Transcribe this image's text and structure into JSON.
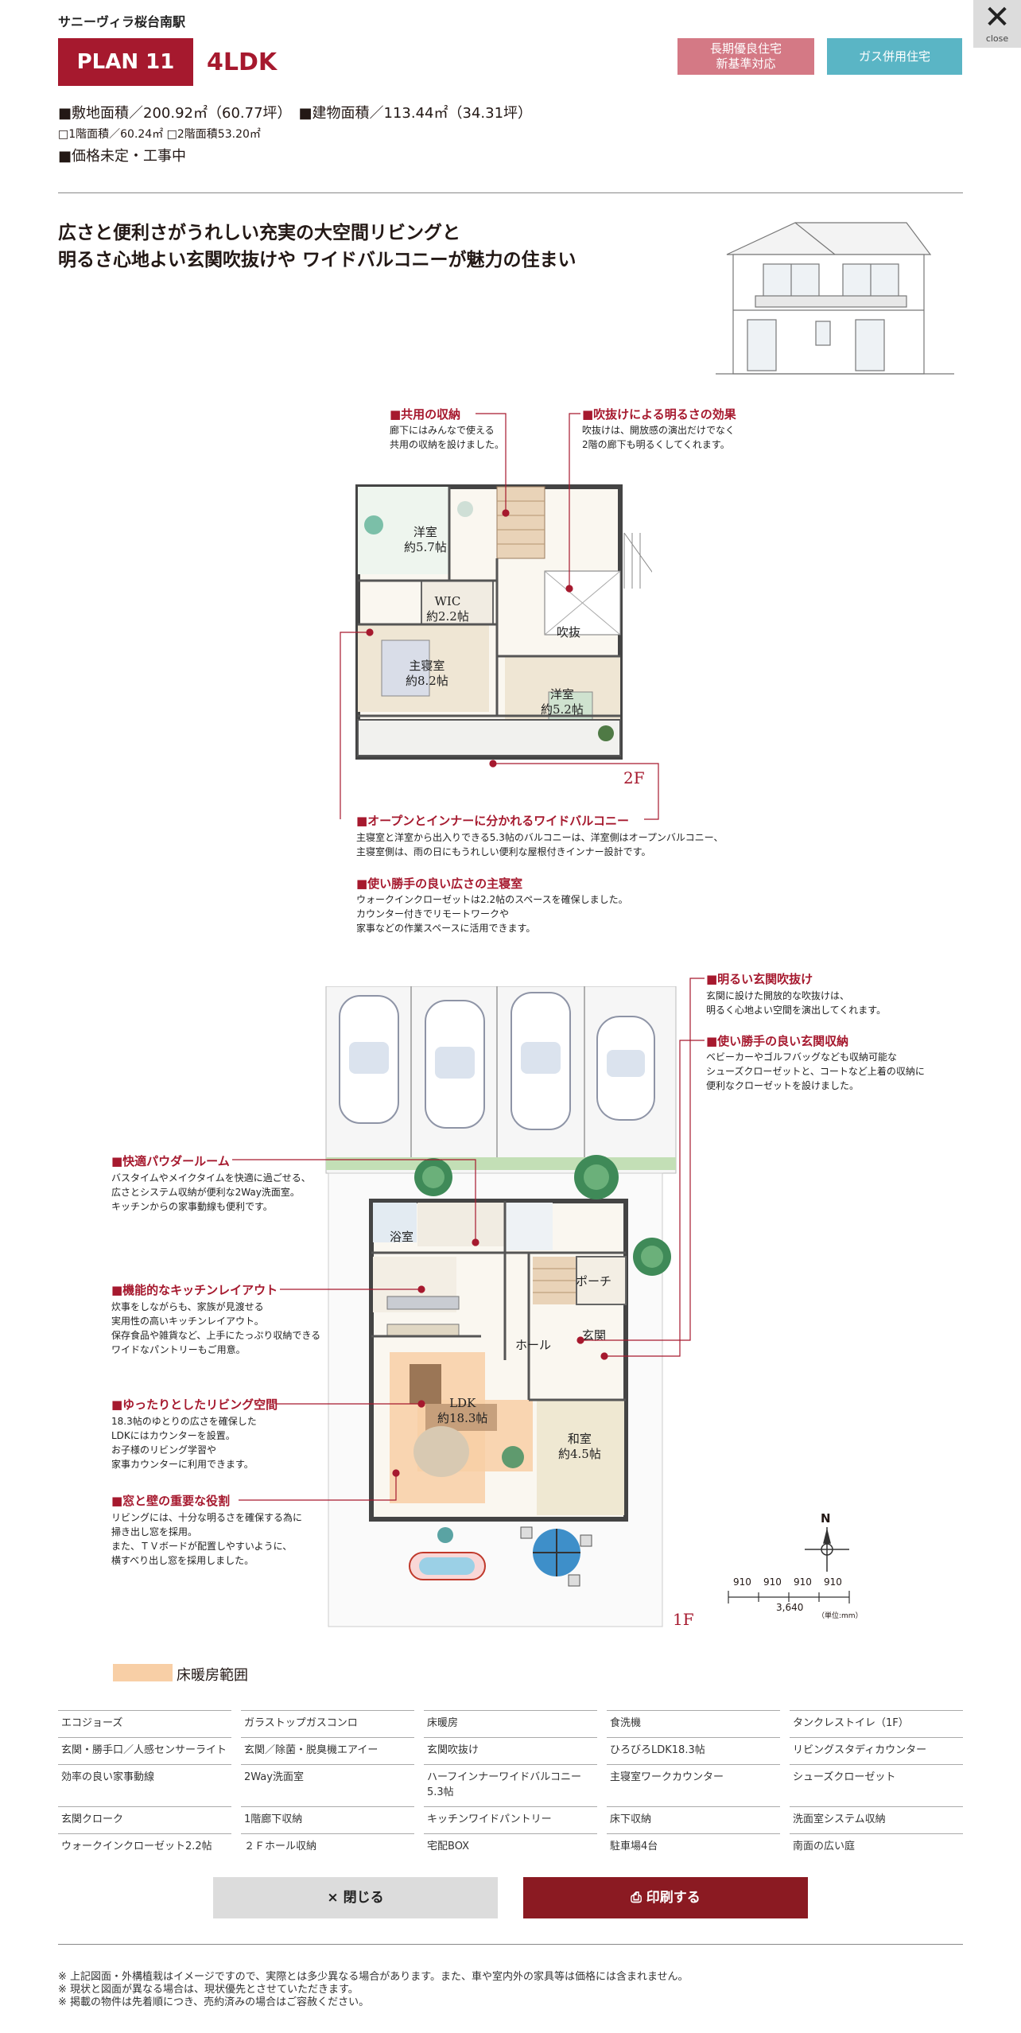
{
  "close": {
    "label": "close",
    "icon": "close-icon"
  },
  "header": {
    "site_name": "サニーヴィラ桜台南駅",
    "plan_label": "PLAN 11",
    "plan_type": "4LDK",
    "tags": [
      "長期優良住宅\n新基準対応",
      "ガス併用住宅"
    ]
  },
  "specs": {
    "line1": "■敷地面積／200.92㎡（60.77坪）　■建物面積／113.44㎡（34.31坪）",
    "line2": "□1階面積／60.24㎡ □2階面積53.20㎡",
    "line3": "■価格未定・工事中"
  },
  "headline": {
    "line1": "広さと便利さがうれしい充実の大空間リビングと",
    "line2": "明るさ心地よい玄関吹抜けや ワイドバルコニーが魅力の住まい"
  },
  "floor2": {
    "label": "2F",
    "rooms": {
      "western1": "洋室\n約5.7帖",
      "wic": "WIC\n約2.2帖",
      "master": "主寝室\n約8.2帖",
      "western2": "洋室\n約5.2帖",
      "void": "吹抜"
    },
    "annotations": [
      {
        "title": "■共用の収納",
        "body": "廊下にはみんなで使える\n共用の収納を設けました。"
      },
      {
        "title": "■吹抜けによる明るさの効果",
        "body": "吹抜けは、開放感の演出だけでなく\n2階の廊下も明るくしてくれます。"
      },
      {
        "title": "■オープンとインナーに分かれるワイドバルコニー",
        "body": "主寝室と洋室から出入りできる5.3帖のバルコニーは、洋室側はオープンバルコニー、\n主寝室側は、雨の日にもうれしい便利な屋根付きインナー設計です。"
      },
      {
        "title": "■使い勝手の良い広さの主寝室",
        "body": "ウォークインクローゼットは2.2帖のスペースを確保しました。\nカウンター付きでリモートワークや\n家事などの作業スペースに活用できます。"
      }
    ]
  },
  "floor1": {
    "label": "1F",
    "rooms": {
      "bath": "浴室",
      "porch": "ポーチ",
      "entrance": "玄関",
      "hall": "ホール",
      "ldk": "LDK\n約18.3帖",
      "japanese": "和室\n約4.5帖"
    },
    "annotations": [
      {
        "title": "■明るい玄関吹抜け",
        "body": "玄関に設けた開放的な吹抜けは、\n明るく心地よい空間を演出してくれます。"
      },
      {
        "title": "■使い勝手の良い玄関収納",
        "body": "ベビーカーやゴルフバッグなども収納可能な\nシューズクローゼットと、コートなど上着の収納に\n便利なクローゼットを設けました。"
      },
      {
        "title": "■快適パウダールーム",
        "body": "バスタイムやメイクタイムを快適に過ごせる、\n広さとシステム収納が便利な2Way洗面室。\nキッチンからの家事動線も便利です。"
      },
      {
        "title": "■機能的なキッチンレイアウト",
        "body": "炊事をしながらも、家族が見渡せる\n実用性の高いキッチンレイアウト。\n保存食品や雑貨など、上手にたっぷり収納できる\nワイドなパントリーもご用意。"
      },
      {
        "title": "■ゆったりとしたリビング空間",
        "body": "18.3帖のゆとりの広さを確保した\nLDKにはカウンターを設置。\nお子様のリビング学習や\n家事カウンターに利用できます。"
      },
      {
        "title": "■窓と壁の重要な役割",
        "body": "リビングには、十分な明るさを確保する為に\n掃き出し窓を採用。\nまた、ＴＶボードが配置しやすいように、\n横すべり出し窓を採用しました。"
      }
    ],
    "compass": "N",
    "scale": {
      "ticks": [
        "910",
        "910",
        "910",
        "910"
      ],
      "total": "3,640",
      "unit": "（単位:mm）"
    }
  },
  "legend": {
    "label": "床暖房範囲",
    "color": "#f8cfa6"
  },
  "features": [
    "エコジョーズ",
    "ガラストップガスコンロ",
    "床暖房",
    "食洗機",
    "タンクレストイレ（1F）",
    "玄関・勝手口／人感センサーライト",
    "玄関／除菌・脱臭機エアイー",
    "玄関吹抜け",
    "ひろびろLDK18.3帖",
    "リビングスタディカウンター",
    "効率の良い家事動線",
    "2Way洗面室",
    "ハーフインナーワイドバルコニー5.3帖",
    "主寝室ワークカウンター",
    "シューズクローゼット",
    "玄関クローク",
    "1階廊下収納",
    "キッチンワイドパントリー",
    "床下収納",
    "洗面室システム収納",
    "ウォークインクローゼット2.2帖",
    "２Ｆホール収納",
    "宅配BOX",
    "駐車場4台",
    "南面の広い庭"
  ],
  "buttons": {
    "close": "× 閉じる",
    "print": "印刷する",
    "print_icon": "printer-icon"
  },
  "notes": [
    "※ 上記図面・外構植栽はイメージですので、実際とは多少異なる場合があります。また、車や室内外の家具等は価格には含まれません。",
    "※ 現状と図面が異なる場合は、現状優先とさせていただきます。",
    "※ 掲載の物件は先着順につき、売約済みの場合はご容赦ください。"
  ],
  "colors": {
    "accent": "#a6192e",
    "tag_pink": "#d47985",
    "tag_blue": "#5ab5c5",
    "print_button": "#8b1a22"
  }
}
